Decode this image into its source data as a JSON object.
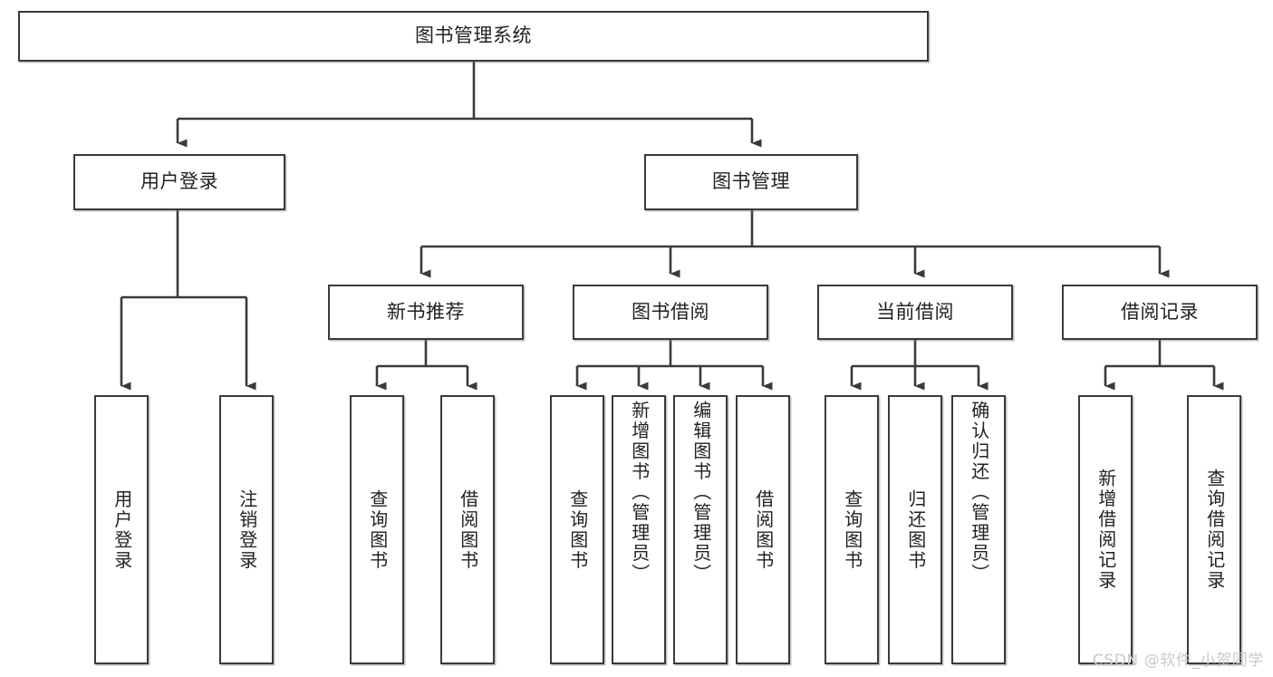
{
  "diagram": {
    "title": "图书管理系统",
    "watermark": "CSDN @软件_小贺同学",
    "stroke_color": "#3a3a3a",
    "fill_color": "#ffffff",
    "text_color": "#222222",
    "watermark_color": "#c9c9c9"
  },
  "nodes": {
    "root": {
      "label": "图书管理系统"
    },
    "level2": [
      {
        "label": "用户登录"
      },
      {
        "label": "图书管理"
      }
    ],
    "level3": [
      {
        "label": "新书推荐"
      },
      {
        "label": "图书借阅"
      },
      {
        "label": "当前借阅"
      },
      {
        "label": "借阅记录"
      }
    ],
    "leaves": {
      "user_login": [
        {
          "label": "用户登录"
        },
        {
          "label": "注销登录"
        }
      ],
      "new_book_recommend": [
        {
          "label": "查询图书"
        },
        {
          "label": "借阅图书"
        }
      ],
      "book_borrow": [
        {
          "label": "查询图书"
        },
        {
          "label": "新增图书（管理员）"
        },
        {
          "label": "编辑图书（管理员）"
        },
        {
          "label": "借阅图书"
        }
      ],
      "current_borrow": [
        {
          "label": "查询图书"
        },
        {
          "label": "归还图书"
        },
        {
          "label": "确认归还（管理员）"
        }
      ],
      "borrow_record": [
        {
          "label": "新增借阅记录"
        },
        {
          "label": "查询借阅记录"
        }
      ]
    }
  }
}
